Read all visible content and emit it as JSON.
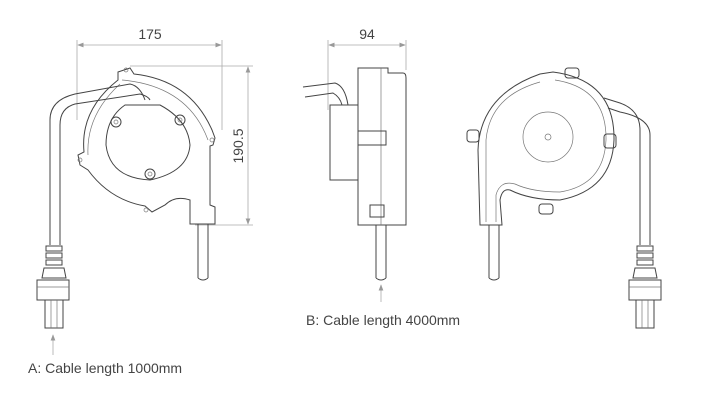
{
  "dimensions": {
    "width_front": "175",
    "height_front": "190.5",
    "depth_side": "94"
  },
  "callouts": {
    "a": "A: Cable length 1000mm",
    "b": "B: Cable length 4000mm"
  }
}
